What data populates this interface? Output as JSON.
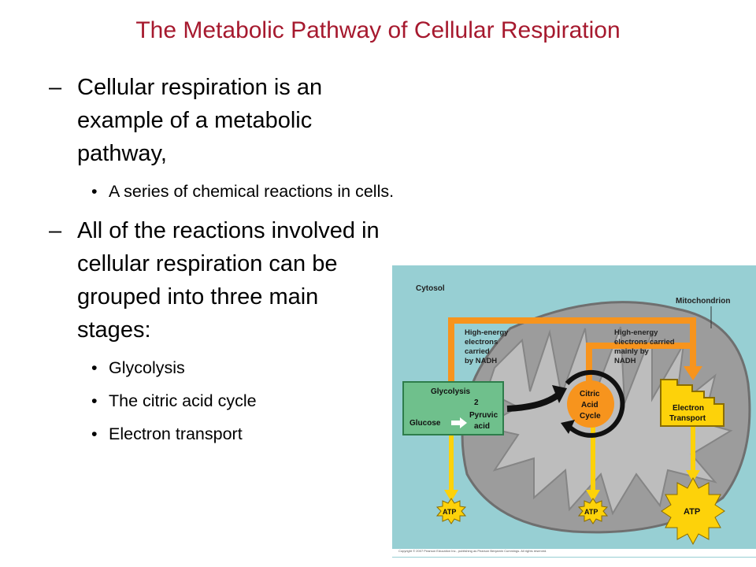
{
  "title": "The Metabolic Pathway of Cellular Respiration",
  "bullets": {
    "b1": "Cellular respiration is an example of a metabolic pathway,",
    "b1_sub": "A series of chemical reactions in cells.",
    "b2": "All of the reactions involved in cellular respiration can be grouped into three main stages:",
    "stages": [
      "Glycolysis",
      "The citric acid cycle",
      "Electron transport"
    ]
  },
  "diagram": {
    "cytosol": "Cytosol",
    "mitochondrion": "Mitochondrion",
    "he_left": [
      "High-energy",
      "electrons",
      "carried",
      "by NADH"
    ],
    "he_right": [
      "High-energy",
      "electrons carried",
      "mainly by",
      "NADH"
    ],
    "glycolysis": "Glycolysis",
    "glucose": "Glucose",
    "two": "2",
    "pyruvic": [
      "Pyruvic",
      "acid"
    ],
    "citric": [
      "Citric",
      "Acid",
      "Cycle"
    ],
    "electron": [
      "Electron",
      "Transport"
    ],
    "atp": "ATP",
    "copyright": "Copyright © 2007 Pearson Education Inc., publishing as Pearson Benjamin Cummings. All rights reserved."
  }
}
